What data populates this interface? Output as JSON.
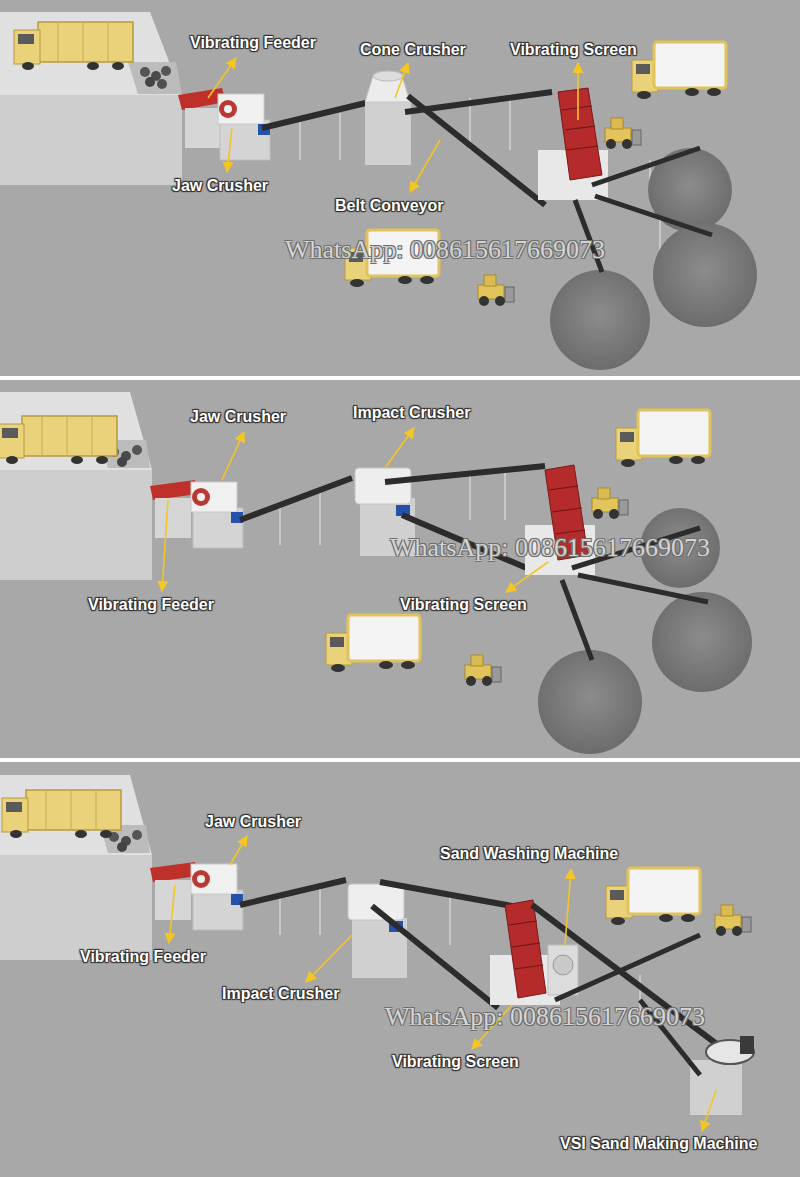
{
  "diagram": {
    "labels": [
      "Vibrating Feeder",
      "Cone Crusher",
      "Vibrating Screen",
      "Jaw Crusher",
      "Belt Conveyor",
      "WhatsApp: 008615617669073",
      "Jaw Crusher",
      "Impact Crusher",
      "WhatsApp: 008615617669073",
      "Vibrating Feeder",
      "Vibrating Screen",
      "Jaw Crusher",
      "Sand Washing Machine",
      "Vibrating Feeder",
      "Impact Crusher",
      "WhatsApp: 008615617669073",
      "Vibrating Screen",
      "VSI Sand Making Machine"
    ]
  }
}
